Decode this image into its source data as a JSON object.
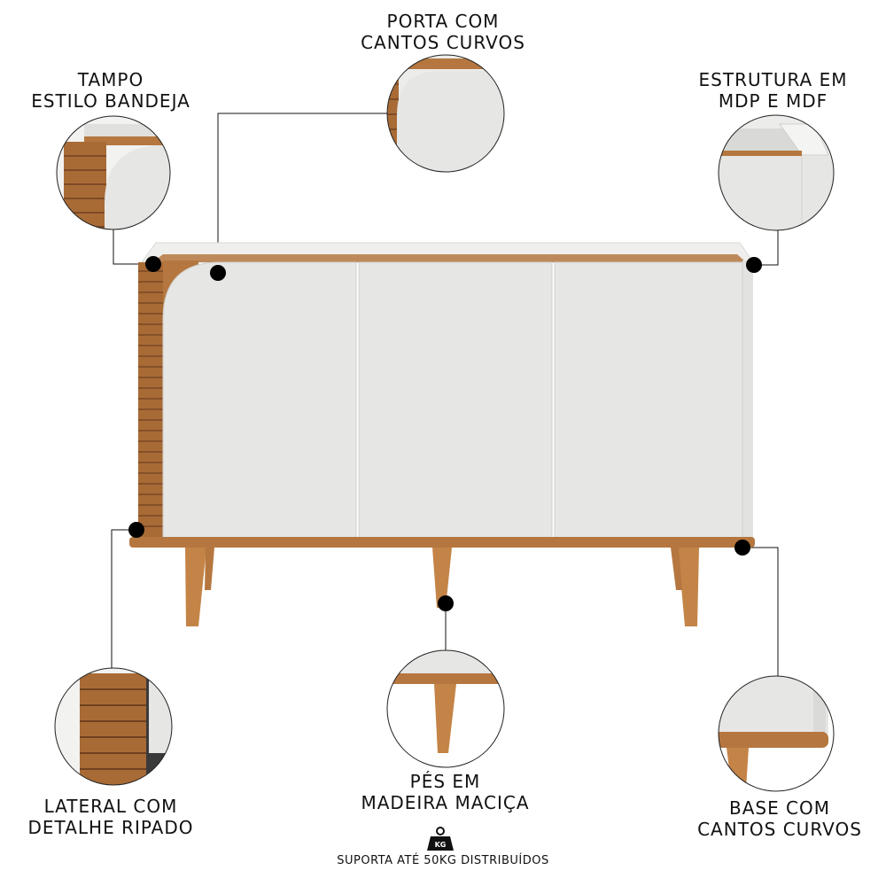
{
  "callouts": {
    "tampo": {
      "line1": "TAMPO",
      "line2": "ESTILO BANDEJA"
    },
    "porta": {
      "line1": "PORTA COM",
      "line2": "CANTOS CURVOS"
    },
    "estrutura": {
      "line1": "ESTRUTURA EM",
      "line2": "MDP E MDF"
    },
    "lateral": {
      "line1": "LATERAL COM",
      "line2": "DETALHE RIPADO"
    },
    "pes": {
      "line1": "PÉS EM",
      "line2": "MADEIRA MACIÇA"
    },
    "base": {
      "line1": "BASE COM",
      "line2": "CANTOS CURVOS"
    }
  },
  "weight": {
    "icon": "weight-kg-icon",
    "icon_label": "KG",
    "text": "SUPORTA ATÉ 50KG DISTRIBUÍDOS"
  },
  "colors": {
    "panel": "#e6e6e4",
    "wood": "#b5773f",
    "wood_dark": "#8a5426",
    "line": "#111111"
  }
}
